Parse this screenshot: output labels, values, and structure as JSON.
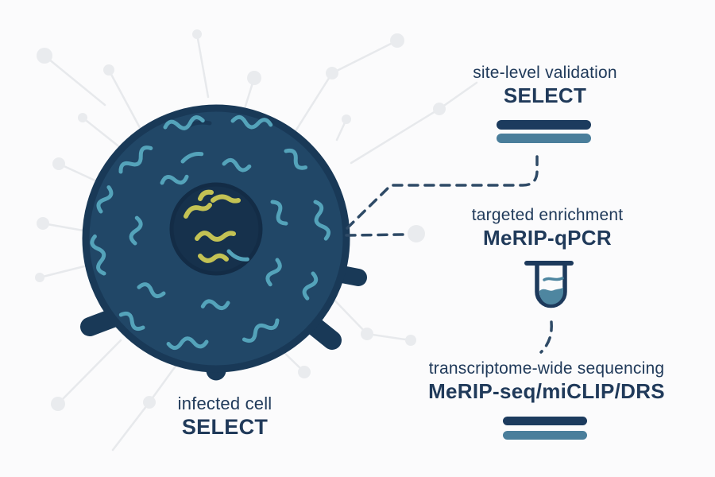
{
  "colors": {
    "background": "#fbfbfc",
    "ink": "#203a5a",
    "bar_dark": "#1c3b5e",
    "bar_steel": "#4a7e9b",
    "dash": "#2e4a66",
    "cell_fill": "#214767",
    "cell_outline": "#193957",
    "nucleus": "#16314c",
    "rna_teal": "#54a3ba",
    "rna_yellow": "#c3c254",
    "tube_outline": "#1d3a5c",
    "tube_liquid": "#4e86a0",
    "network": "#e7e9ec",
    "node": "#e9ebee"
  },
  "cell": {
    "label_line1": "infected cell",
    "label_line2": "SELECT"
  },
  "methods": [
    {
      "title": "site-level validation",
      "method": "SELECT",
      "icon": "rna-duplex-bars-icon"
    },
    {
      "title": "targeted enrichment",
      "method": "MeRIP-qPCR",
      "icon": "test-tube-icon"
    },
    {
      "title": "transcriptome-wide sequencing",
      "method": "MeRIP-seq/miCLIP/DRS",
      "icon": "rna-duplex-bars-icon"
    }
  ]
}
